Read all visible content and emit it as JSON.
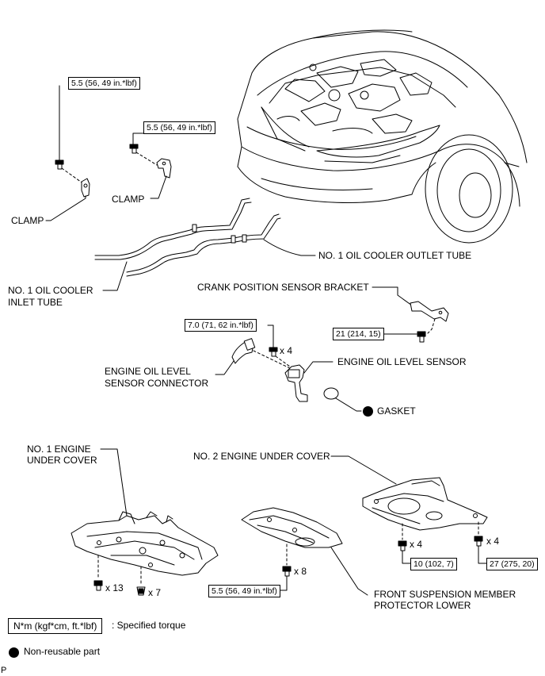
{
  "labels": {
    "clamp_left": "CLAMP",
    "clamp_mid": "CLAMP",
    "outlet_tube": "NO. 1 OIL COOLER OUTLET TUBE",
    "inlet_tube_1": "NO. 1 OIL COOLER",
    "inlet_tube_2": "INLET TUBE",
    "crank_bracket": "CRANK POSITION SENSOR BRACKET",
    "level_sensor": "ENGINE OIL LEVEL SENSOR",
    "level_connector_1": "ENGINE OIL LEVEL",
    "level_connector_2": "SENSOR CONNECTOR",
    "gasket": "GASKET",
    "under_cover_1_a": "NO. 1 ENGINE",
    "under_cover_1_b": "UNDER COVER",
    "under_cover_2": "NO. 2 ENGINE UNDER COVER",
    "protector_1": "FRONT SUSPENSION MEMBER",
    "protector_2": "PROTECTOR LOWER",
    "corner_mark": "P"
  },
  "torques": {
    "clamp_left": "5.5 (56, 49 in.*lbf)",
    "clamp_mid": "5.5 (56, 49 in.*lbf)",
    "level_sensor_bolts": "7.0 (71, 62 in.*lbf)",
    "crank_bracket_bolt": "21 (214, 15)",
    "protector_bolts": "5.5 (56, 49 in.*lbf)",
    "under_cover_2_a": "10 (102, 7)",
    "under_cover_2_b": "27 (275, 20)"
  },
  "quantities": {
    "level_sensor_bolts": "x 4",
    "under_cover_1_a": "x 13",
    "under_cover_1_b": "x 7",
    "protector_bolts": "x 8",
    "under_cover_2_a": "x 4",
    "under_cover_2_b": "x 4"
  },
  "legend": {
    "torque_unit": "N*m (kgf*cm, ft.*lbf)",
    "torque_desc": ": Specified torque",
    "non_reusable": "Non-reusable part"
  }
}
